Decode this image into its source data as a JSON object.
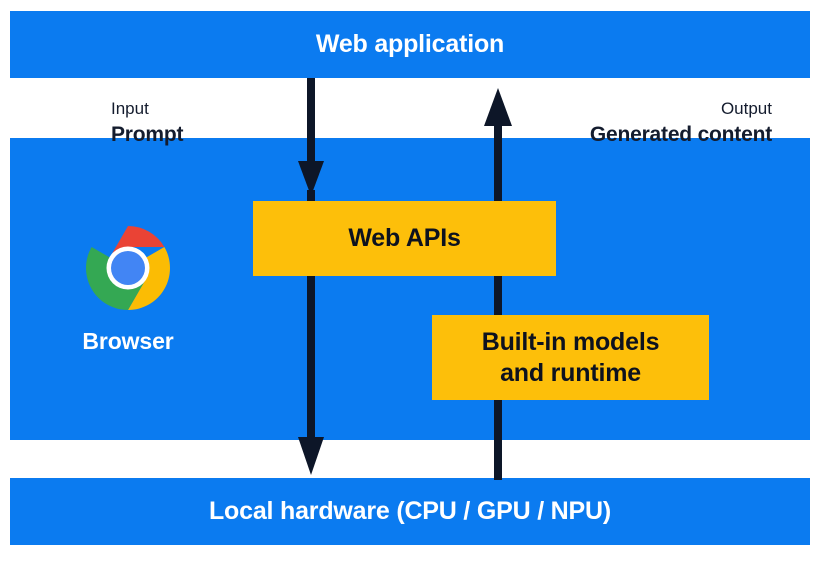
{
  "diagram": {
    "title": "Web application",
    "colors": {
      "band_blue": "#0b7bf0",
      "box_yellow": "#fdbf0a",
      "arrow_navy": "#0d1628",
      "label_navy": "#141c2e",
      "white": "#ffffff"
    }
  },
  "bands": {
    "top": {
      "label": "Web application"
    },
    "bottom": {
      "label": "Local hardware (CPU / GPU / NPU)"
    }
  },
  "flows": {
    "input": {
      "kind": "Input",
      "value": "Prompt",
      "direction": "down"
    },
    "output": {
      "kind": "Output",
      "value": "Generated content",
      "direction": "up"
    }
  },
  "boxes": [
    {
      "label": "Web APIs"
    },
    {
      "label_line1": "Built-in models",
      "label_line2": "and runtime"
    }
  ],
  "browser": {
    "label": "Browser",
    "icon": "chrome-logo-icon",
    "icon_colors": {
      "red": "#ea4335",
      "yellow": "#fbbc04",
      "green": "#34a853",
      "blue": "#4285f4",
      "ring": "#ffffff"
    }
  }
}
